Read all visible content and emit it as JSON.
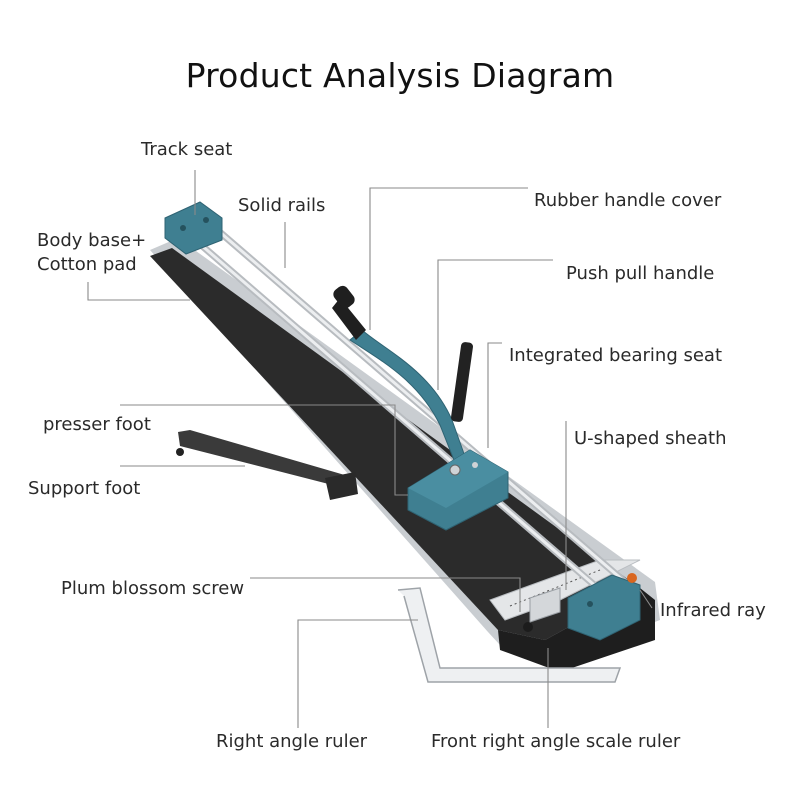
{
  "title": "Product Analysis Diagram",
  "labels": {
    "track_seat": "Track seat",
    "solid_rails": "Solid rails",
    "rubber_handle_cover": "Rubber handle cover",
    "body_base_line1": "Body base+",
    "body_base_line2": "Cotton pad",
    "push_pull_handle": "Push pull handle",
    "integrated_bearing_seat": "Integrated bearing seat",
    "presser_foot": "presser foot",
    "u_shaped_sheath": "U-shaped sheath",
    "support_foot": "Support foot",
    "plum_blossom_screw": "Plum blossom screw",
    "infrared_ray": "Infrared ray",
    "right_angle_ruler": "Right angle ruler",
    "front_right_angle_scale_ruler": "Front right angle scale ruler"
  },
  "colors": {
    "accent": "#3f7f91",
    "base": "#2b2b2b",
    "rail": "#d9dcdf",
    "leader": "#8a8a8a"
  }
}
